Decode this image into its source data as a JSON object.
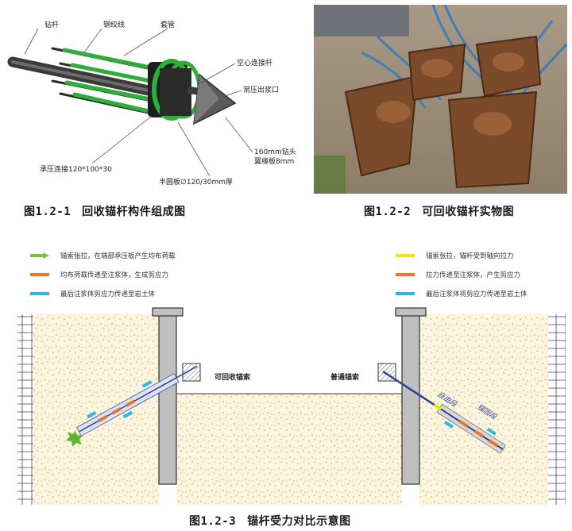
{
  "fig1": {
    "labels": {
      "drill_rod": "钻杆",
      "strand": "钢绞线",
      "sleeve": "套管",
      "hollow_rod": "空心连接杆",
      "grout_outlet": "常压出浆口",
      "drill_bit_1": "160mm钻头",
      "drill_bit_2": "翼缘板8mm",
      "bearing": "承压连接120*100*30",
      "half_plate": "半圆板∅120/30mm厚"
    },
    "caption_num": "图1.2-1",
    "caption_text": "回收锚杆构件组成图"
  },
  "fig2": {
    "caption_num": "图1.2-2",
    "caption_text": "可回收锚杆实物图"
  },
  "fig3": {
    "legend_left": [
      {
        "text": "锚索张拉，在端部承压板产生均布荷载",
        "color": "#7dc242"
      },
      {
        "text": "均布荷载传递至注浆体，生成剪应力",
        "color": "#e8772e"
      },
      {
        "text": "最后注浆体剪应力传递至岩土体",
        "color": "#29b6e8"
      }
    ],
    "legend_right": [
      {
        "text": "锚索张拉，锚杆受到轴向拉力",
        "color": "#f2e600"
      },
      {
        "text": "拉力传递至注浆体，产生剪应力",
        "color": "#e8772e"
      },
      {
        "text": "最后注浆体将剪应力传递至岩土体",
        "color": "#29b6e8"
      }
    ],
    "label_recoverable": "可回收锚索",
    "label_ordinary": "普通锚索",
    "label_free": "自由段",
    "label_anchor": "锚固段",
    "caption_num": "图1.2-3",
    "caption_text": "锚杆受力对比示意图"
  }
}
